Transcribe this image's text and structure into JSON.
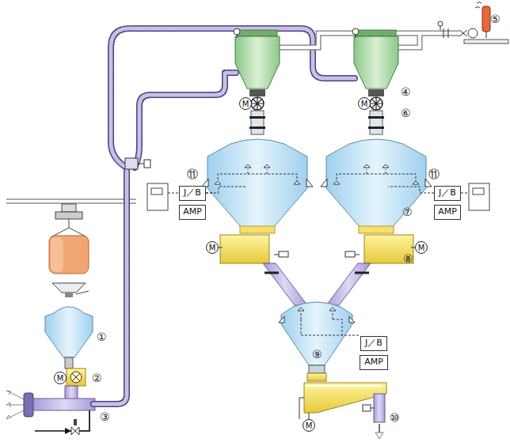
{
  "diagram": {
    "nodes": [
      {
        "text": [
          "M"
        ]
      },
      {
        "text": [
          "M"
        ]
      },
      {
        "text": [
          "J／B"
        ]
      },
      {
        "text": [
          "AMP"
        ]
      },
      {
        "text": [
          "J／B"
        ]
      },
      {
        "text": [
          "AMP"
        ]
      },
      {
        "text": [
          "M"
        ]
      },
      {
        "text": [
          "M"
        ]
      },
      {
        "text": [
          "J／B"
        ]
      },
      {
        "text": [
          "AMP"
        ]
      },
      {
        "text": [
          "M"
        ]
      },
      {
        "text": [
          "M"
        ]
      }
    ],
    "labels": [
      "⑤",
      "④",
      "⑥",
      "⑪",
      "⑪",
      "⑦",
      "⑧",
      "①",
      "⑨",
      "②",
      "③",
      "⑩"
    ]
  }
}
